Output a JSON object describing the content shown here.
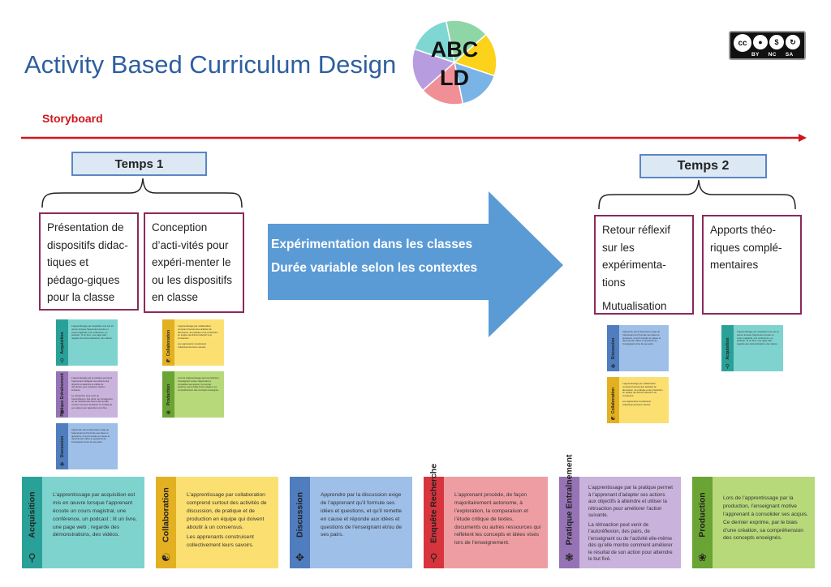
{
  "header": {
    "title": "Activity Based Curriculum Design",
    "logo_line1": "ABC",
    "logo_line2": "LD",
    "logo_colors": [
      "#8fd6a6",
      "#fcd21a",
      "#7ab4e6",
      "#f08f96",
      "#b89ce0",
      "#7fd7d3"
    ],
    "cc_labels": [
      "BY",
      "NC",
      "SA"
    ]
  },
  "storyboard_label": "Storyboard",
  "timeline_color": "#d0161b",
  "temps1": "Temps 1",
  "temps2": "Temps 2",
  "phases": {
    "presentation": "Présentation de dispositifs didac-tiques et pédago-giques pour la classe",
    "conception": "Conception d’acti-vités pour expéri-menter le ou les dispositifs en classe",
    "retour": "Retour réflexif sur les expérimenta-tions",
    "mutualisation": "Mutualisation",
    "apports": "Apports théo-riques complé-mentaires"
  },
  "arrow": {
    "line1": "Expérimentation dans les classes",
    "line2": "Durée variable selon les contextes",
    "color": "#5b9bd5"
  },
  "activities": {
    "acquisition": {
      "label": "Acquisition",
      "icon": "lightbulb-icon",
      "text": "L’apprentissage par acquisition est mis en œuvre lorsque l’apprenant écoute un cours magistral, une conférence, un podcast ; lit un livre, une page web ; regarde des démonstrations, des vidéos."
    },
    "collaboration": {
      "label": "Collaboration",
      "icon": "people-icon",
      "text1": "L’apprentissage par collaboration comprend surtout des activités de discussion, de pratique et de production en équipe qui doivent aboutir à un consensus.",
      "text2": "Les apprenants construisent collectivement leurs savoirs."
    },
    "discussion": {
      "label": "Discussion",
      "icon": "network-icon",
      "text": "Apprendre par la discussion exige de l’apprenant qu’il formule ses idées et questions, et qu’il remette en cause et réponde aux idées et questions de l’enseignant et/ou de ses pairs."
    },
    "enquete": {
      "label": "Enquête Recherche",
      "icon": "magnifier-icon",
      "text": "L’apprenant procède, de façon majoritairement autonome, à l’exploration, la comparaison et l’étude critique de textes, documents ou autres ressources qui reflètent les concepts et idées visés lors de l’enseignement."
    },
    "pratique": {
      "label": "Pratique Entraînement",
      "icon": "brain-icon",
      "text1": "L’apprentissage par la pratique permet à l’apprenant d’adapter ses actions aux objectifs à atteindre et utiliser la rétroaction pour améliorer l’action suivante.",
      "text2": "La rétroaction peut venir de l’autoréflexion, des pairs, de l’enseignant ou de l’activité elle-même dès qu’elle montre comment améliorer le résultat de son action pour atteindre le but fixé."
    },
    "production": {
      "label": "Production",
      "icon": "leaf-icon",
      "text": "Lors de l’apprentissage par la production, l’enseignant motive l’apprenant à consolider ses acquis. Ce dernier exprime, par le biais d’une création, sa compréhension des concepts enseignés."
    }
  }
}
